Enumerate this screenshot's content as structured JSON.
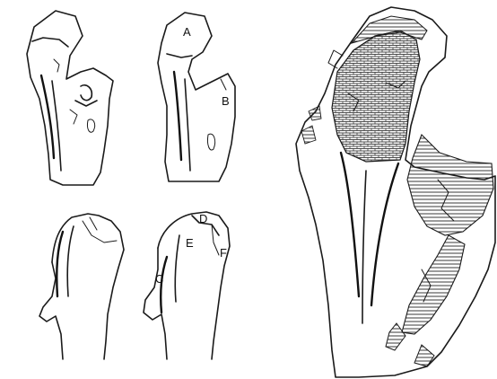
{
  "labels": {
    "a": "A",
    "b": "B",
    "c": "C",
    "d": "D",
    "e": "E",
    "f": "F"
  },
  "colors": {
    "ink": "#1a1a1a",
    "paper": "#ffffff"
  }
}
